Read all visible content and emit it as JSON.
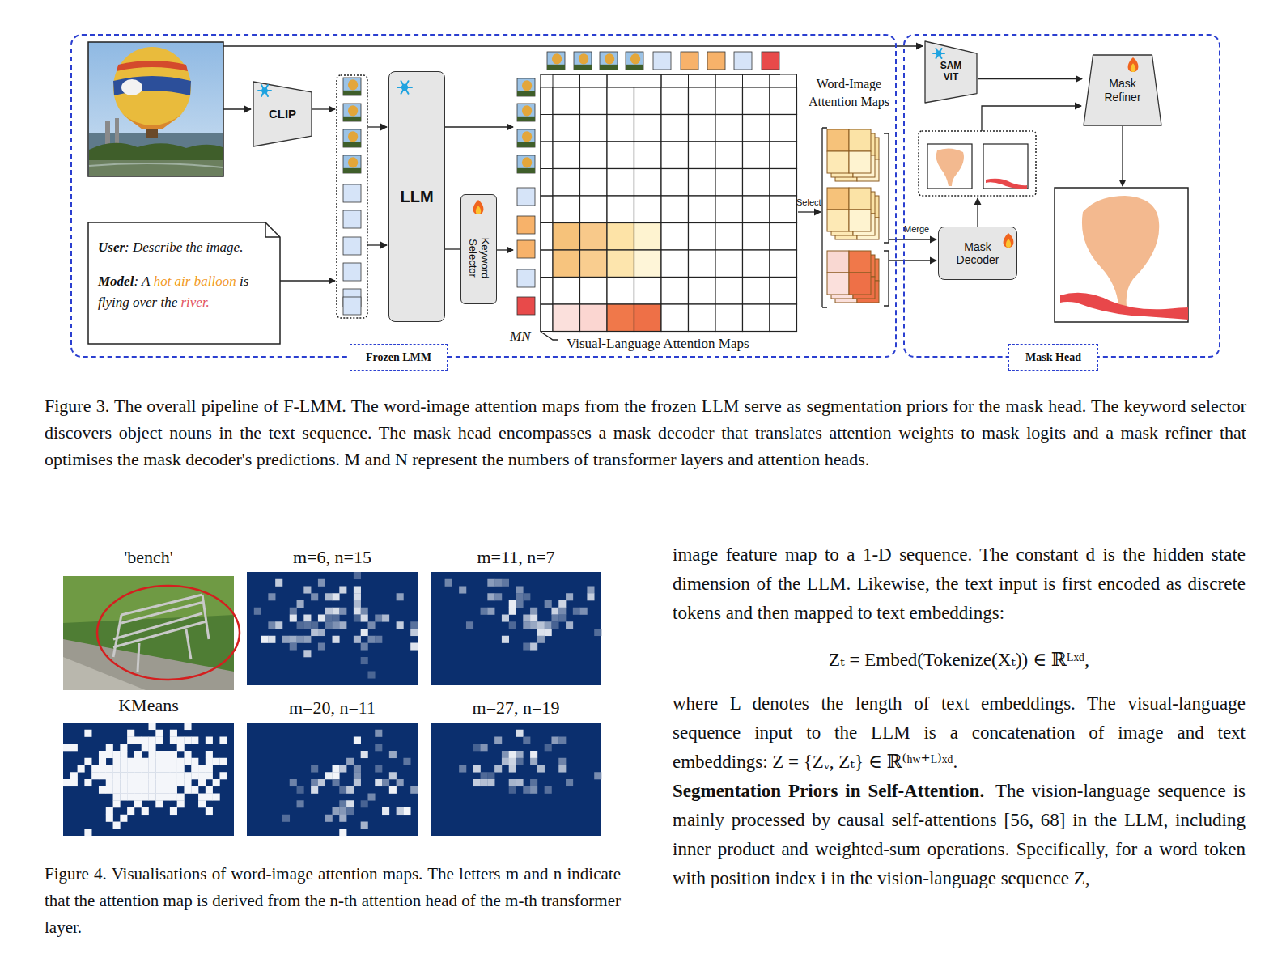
{
  "diagram": {
    "caption": "Figure 3. The overall pipeline of F-LMM. The word-image attention maps from the frozen LLM serve as segmentation priors for the mask head. The keyword selector discovers object nouns in the text sequence. The mask head encompasses a mask decoder that translates attention weights to mask logits and a mask refiner that optimises the mask decoder's predictions. M and N represent the numbers of transformer layers and attention heads.",
    "nodes": [
      {
        "text": [
          "Frozen LMM"
        ]
      },
      {
        "text": [
          "CLIP"
        ],
        "in": 0
      },
      {
        "text": [
          "LLM"
        ],
        "in": 0
      },
      {
        "text": [
          "Keyword Selector"
        ],
        "in": 0
      },
      {
        "text": [
          "User",
          ": Describe the image.",
          "Model",
          ": A",
          "hot air balloon",
          "is flying over the",
          "river."
        ],
        "in": 0
      },
      {
        "text": [
          "Mask Head"
        ]
      },
      {
        "text": [
          "SAM ViT"
        ],
        "in": 5
      },
      {
        "text": [
          "Mask Decoder"
        ],
        "in": 5
      },
      {
        "text": [
          "Mask Refiner"
        ],
        "in": 5
      }
    ],
    "edges": [
      {
        "from": 2,
        "to": 3,
        "arrow": "none"
      },
      {
        "from": 6,
        "to": 8,
        "arrow": "to"
      }
    ],
    "labels": [
      "Word-Image Attention Maps",
      "Select",
      "Merge",
      "MN",
      "Visual-Language Attention Maps",
      "'bench'",
      "m=6, n=15",
      "m=11, n=7",
      "KMeans",
      "m=20, n=11",
      "m=27, n=19",
      "Figure 4. Visualisations of word-image attention maps. The letters m and n indicate that the attention map is derived from the n-th attention head of the m-th transformer layer.",
      "image feature map to a 1-D sequence. The constant d is the hidden state dimension of the LLM. Likewise, the text input is first encoded as discrete tokens and then mapped to text embeddings:",
      "Zₜ = Embed(Tokenize(Xₜ)) ∈ ℝᴸˣᵈ,",
      "where L denotes the length of text embeddings. The visual-language sequence input to the LLM is a concatenation of image and text embeddings: Z = {Zᵥ, Zₜ} ∈ ℝ⁽ʰʷ⁺ᴸ⁾ˣᵈ.",
      "Segmentation Priors in Self-Attention.",
      "The vision-language sequence is mainly processed by causal self-attentions [56, 68] in the LLM, including inner product and weighted-sum operations. Specifically, for a word token with position index i in the vision-language sequence Z,"
    ]
  }
}
